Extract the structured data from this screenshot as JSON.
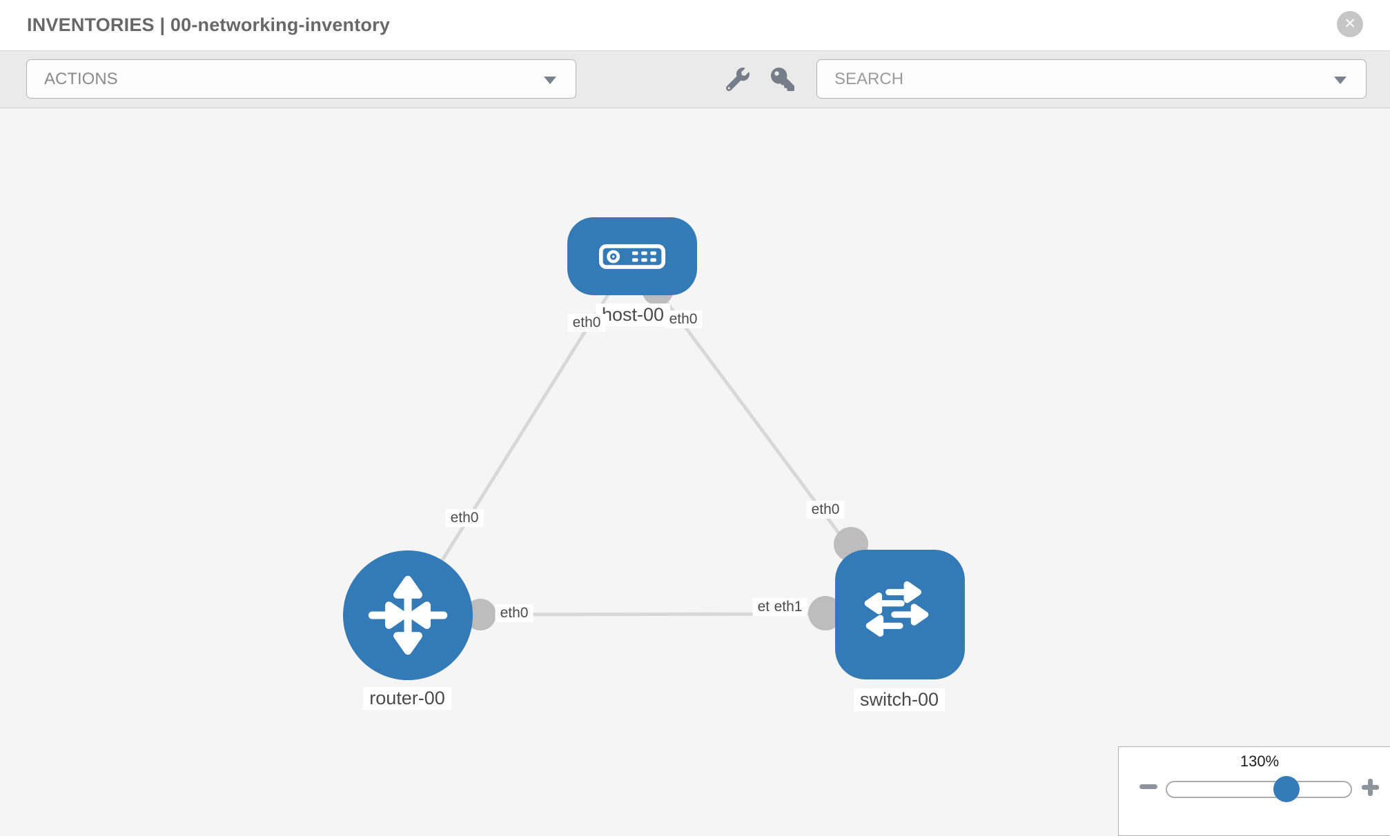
{
  "window": {
    "title": "INVENTORIES | 00-networking-inventory",
    "close_glyph": "✕"
  },
  "toolbar": {
    "actions_label": "ACTIONS",
    "search_placeholder": "SEARCH",
    "tool_icons": [
      "wrench-icon",
      "key-icon"
    ]
  },
  "canvas": {
    "nodes": [
      {
        "label": "host-00",
        "type": "host"
      },
      {
        "label": "router-00",
        "type": "router"
      },
      {
        "label": "switch-00",
        "type": "switch"
      }
    ],
    "links": [
      {
        "from": "router-00",
        "to": "host-00"
      },
      {
        "from": "router-00",
        "to": "switch-00"
      },
      {
        "from": "host-00",
        "to": "switch-00"
      }
    ],
    "interfaces": {
      "host_left": "eth0",
      "host_right": "eth0",
      "router_host_link": "eth0",
      "router_right": "eth0",
      "switch_top": "eth0",
      "switch_left_lower": "eth0",
      "switch_left_upper": "eth1"
    }
  },
  "zoom_control": {
    "level": "130%"
  },
  "colors": {
    "node_blue": "#337ab7",
    "link_gray": "#d8d8d8",
    "port_gray": "#bdbdbd",
    "canvas_bg": "#f5f5f6",
    "toolbar_bg": "#eaeaea"
  }
}
